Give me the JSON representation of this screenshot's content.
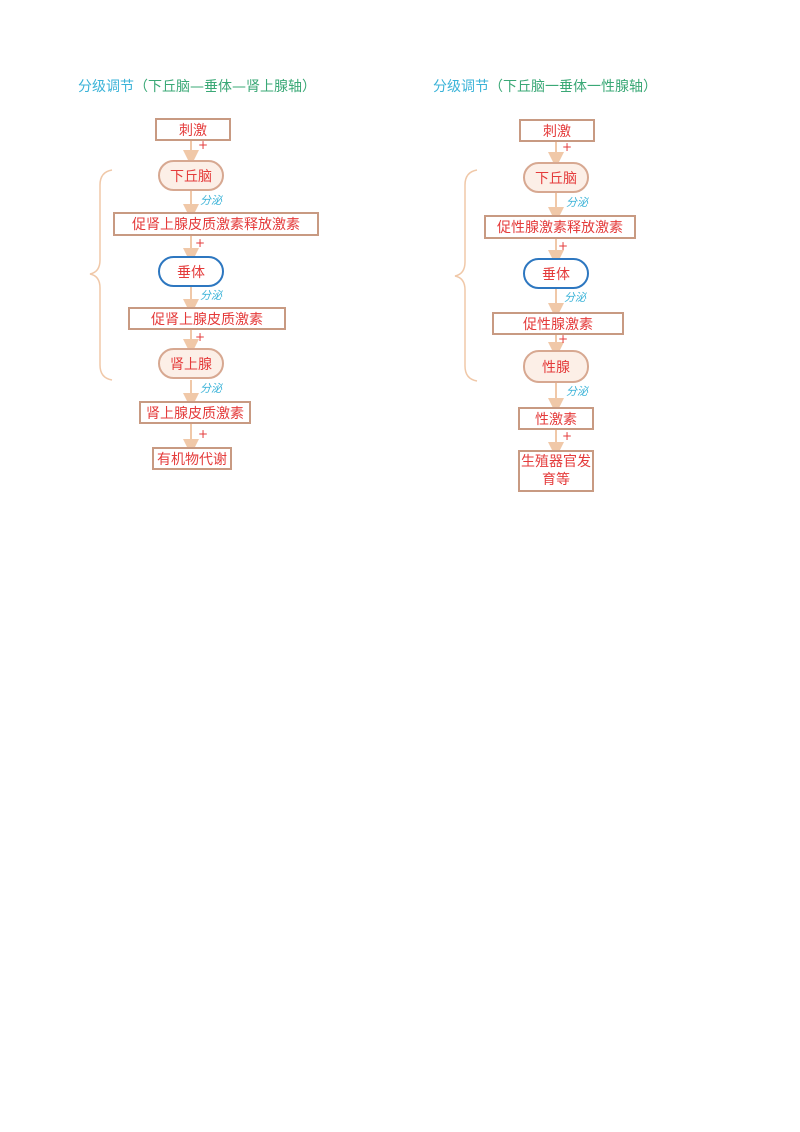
{
  "left": {
    "title_prefix": "分级调节",
    "title_axis": "（下丘脑—垂体—肾上腺轴）",
    "nodes": {
      "stimulus": "刺激",
      "hypothalamus": "下丘脑",
      "crh": "促肾上腺皮质激素释放激素",
      "pituitary": "垂体",
      "acth": "促肾上腺皮质激素",
      "adrenal": "肾上腺",
      "cortisol": "肾上腺皮质激素",
      "effect": "有机物代谢"
    },
    "labels": {
      "plus": "+",
      "secrete": "分泌"
    }
  },
  "right": {
    "title_prefix": "分级调节",
    "title_axis": "（下丘脑一垂体一性腺轴）",
    "nodes": {
      "stimulus": "刺激",
      "hypothalamus": "下丘脑",
      "gnrh": "促性腺激素释放激素",
      "pituitary": "垂体",
      "gth": "促性腺激素",
      "gonad": "性腺",
      "sex_hormone": "性激素",
      "effect_line1": "生殖器官发",
      "effect_line2": "育等"
    },
    "labels": {
      "plus": "+",
      "secrete": "分泌"
    }
  },
  "colors": {
    "title_blue": "#3bb3d8",
    "title_green": "#3aa876",
    "node_text": "#e43b3b",
    "rect_border": "#c89a82",
    "pill_fill": "#fcefe7",
    "pituitary_border": "#2d77c0",
    "connector": "#f0c8a8"
  }
}
